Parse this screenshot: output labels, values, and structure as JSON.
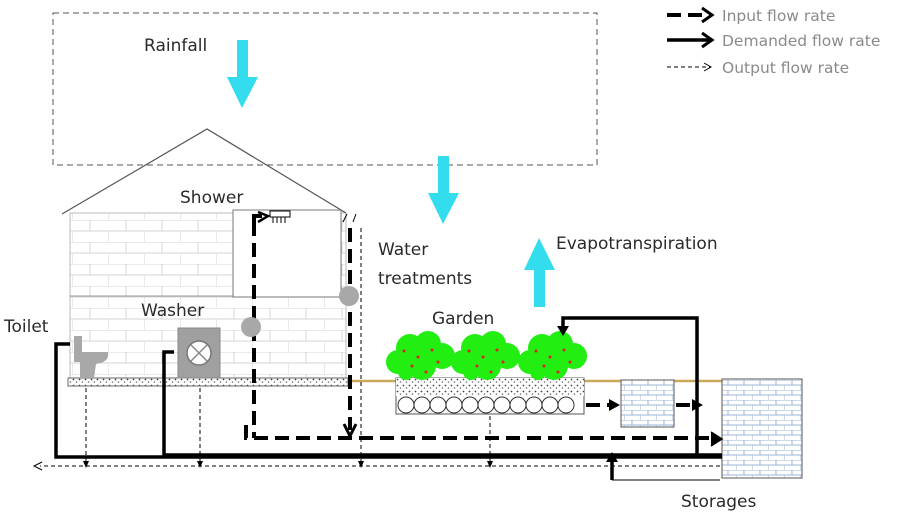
{
  "legend": {
    "input": "Input flow rate",
    "demanded": "Demanded flow rate",
    "output": "Output flow rate"
  },
  "labels": {
    "rainfall": "Rainfall",
    "shower": "Shower",
    "water_treatments_1": "Water",
    "water_treatments_2": "treatments",
    "evapotranspiration": "Evapotranspiration",
    "washer": "Washer",
    "garden": "Garden",
    "toilet": "Toilet",
    "storages": "Storages"
  },
  "colors": {
    "water_arrow": "#33ddee",
    "plant_green": "#22ee11",
    "berry": "#dd2222",
    "node_gray": "#a8a8a8",
    "brick_line": "#aabbd8",
    "wall_line": "#cccccc"
  }
}
